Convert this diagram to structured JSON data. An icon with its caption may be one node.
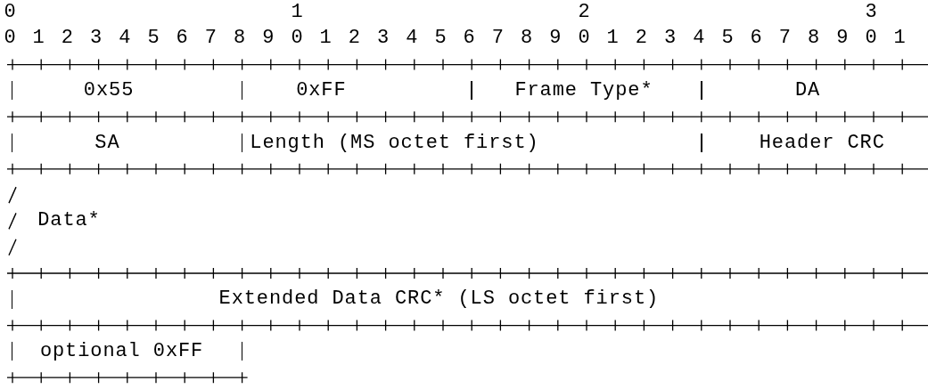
{
  "diagram": {
    "nodes": [
      {
        "text": [
          "0x55"
        ]
      },
      {
        "text": [
          "0xFF"
        ]
      },
      {
        "text": [
          "Frame Type*"
        ]
      },
      {
        "text": [
          "DA"
        ]
      },
      {
        "text": [
          "SA"
        ]
      },
      {
        "text": [
          "Length (MS octet first)"
        ]
      },
      {
        "text": [
          "Header CRC"
        ]
      },
      {
        "text": [
          "Data*"
        ]
      },
      {
        "text": [
          "Extended Data CRC* (LS octet first)"
        ]
      },
      {
        "text": [
          "optional 0xFF"
        ]
      }
    ],
    "labels": [
      "0",
      "1",
      "2",
      "3",
      "0",
      "1",
      "2",
      "3",
      "4",
      "5",
      "6",
      "7",
      "8",
      "9",
      "0",
      "1",
      "2",
      "3",
      "4",
      "5",
      "6",
      "7",
      "8",
      "9",
      "0",
      "1",
      "2",
      "3",
      "4",
      "5",
      "6",
      "7",
      "8",
      "9",
      "0",
      "1"
    ]
  }
}
